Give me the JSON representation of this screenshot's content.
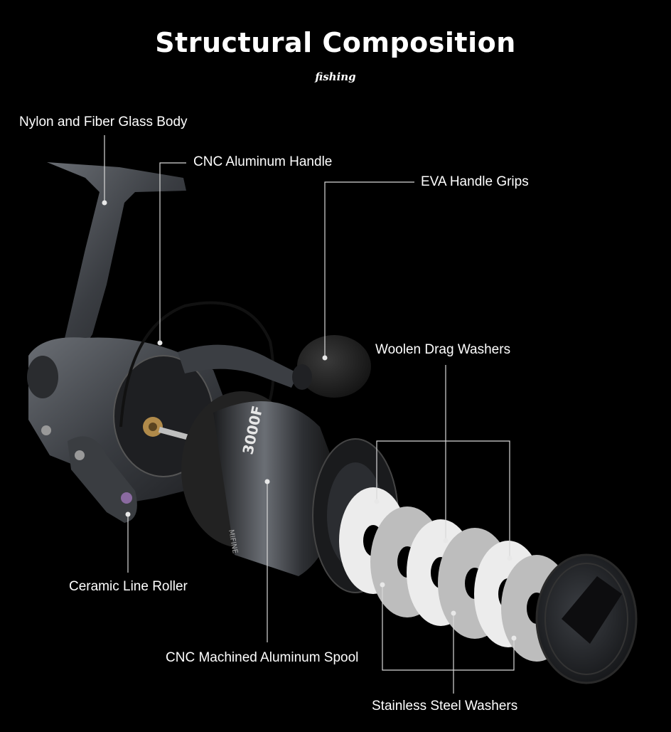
{
  "header": {
    "title": "Structural Composition",
    "subtitle": "fishing"
  },
  "product": {
    "spool_model_text": "3000F",
    "spool_brand_text": "MIFINE"
  },
  "callouts": {
    "body": "Nylon and Fiber Glass Body",
    "handle": "CNC Aluminum Handle",
    "grips": "EVA Handle Grips",
    "drag_washers": "Woolen Drag Washers",
    "line_roller": "Ceramic Line Roller",
    "spool": "CNC Machined Aluminum Spool",
    "steel_washers": "Stainless Steel Washers"
  },
  "colors": {
    "background": "#000000",
    "text": "#ffffff",
    "callout_line": "#d8d8d8",
    "felt_washer": "#ececec",
    "steel_washer": "#bdbdbd",
    "reel_dark": "#2a2c30",
    "reel_mid": "#50545a"
  }
}
